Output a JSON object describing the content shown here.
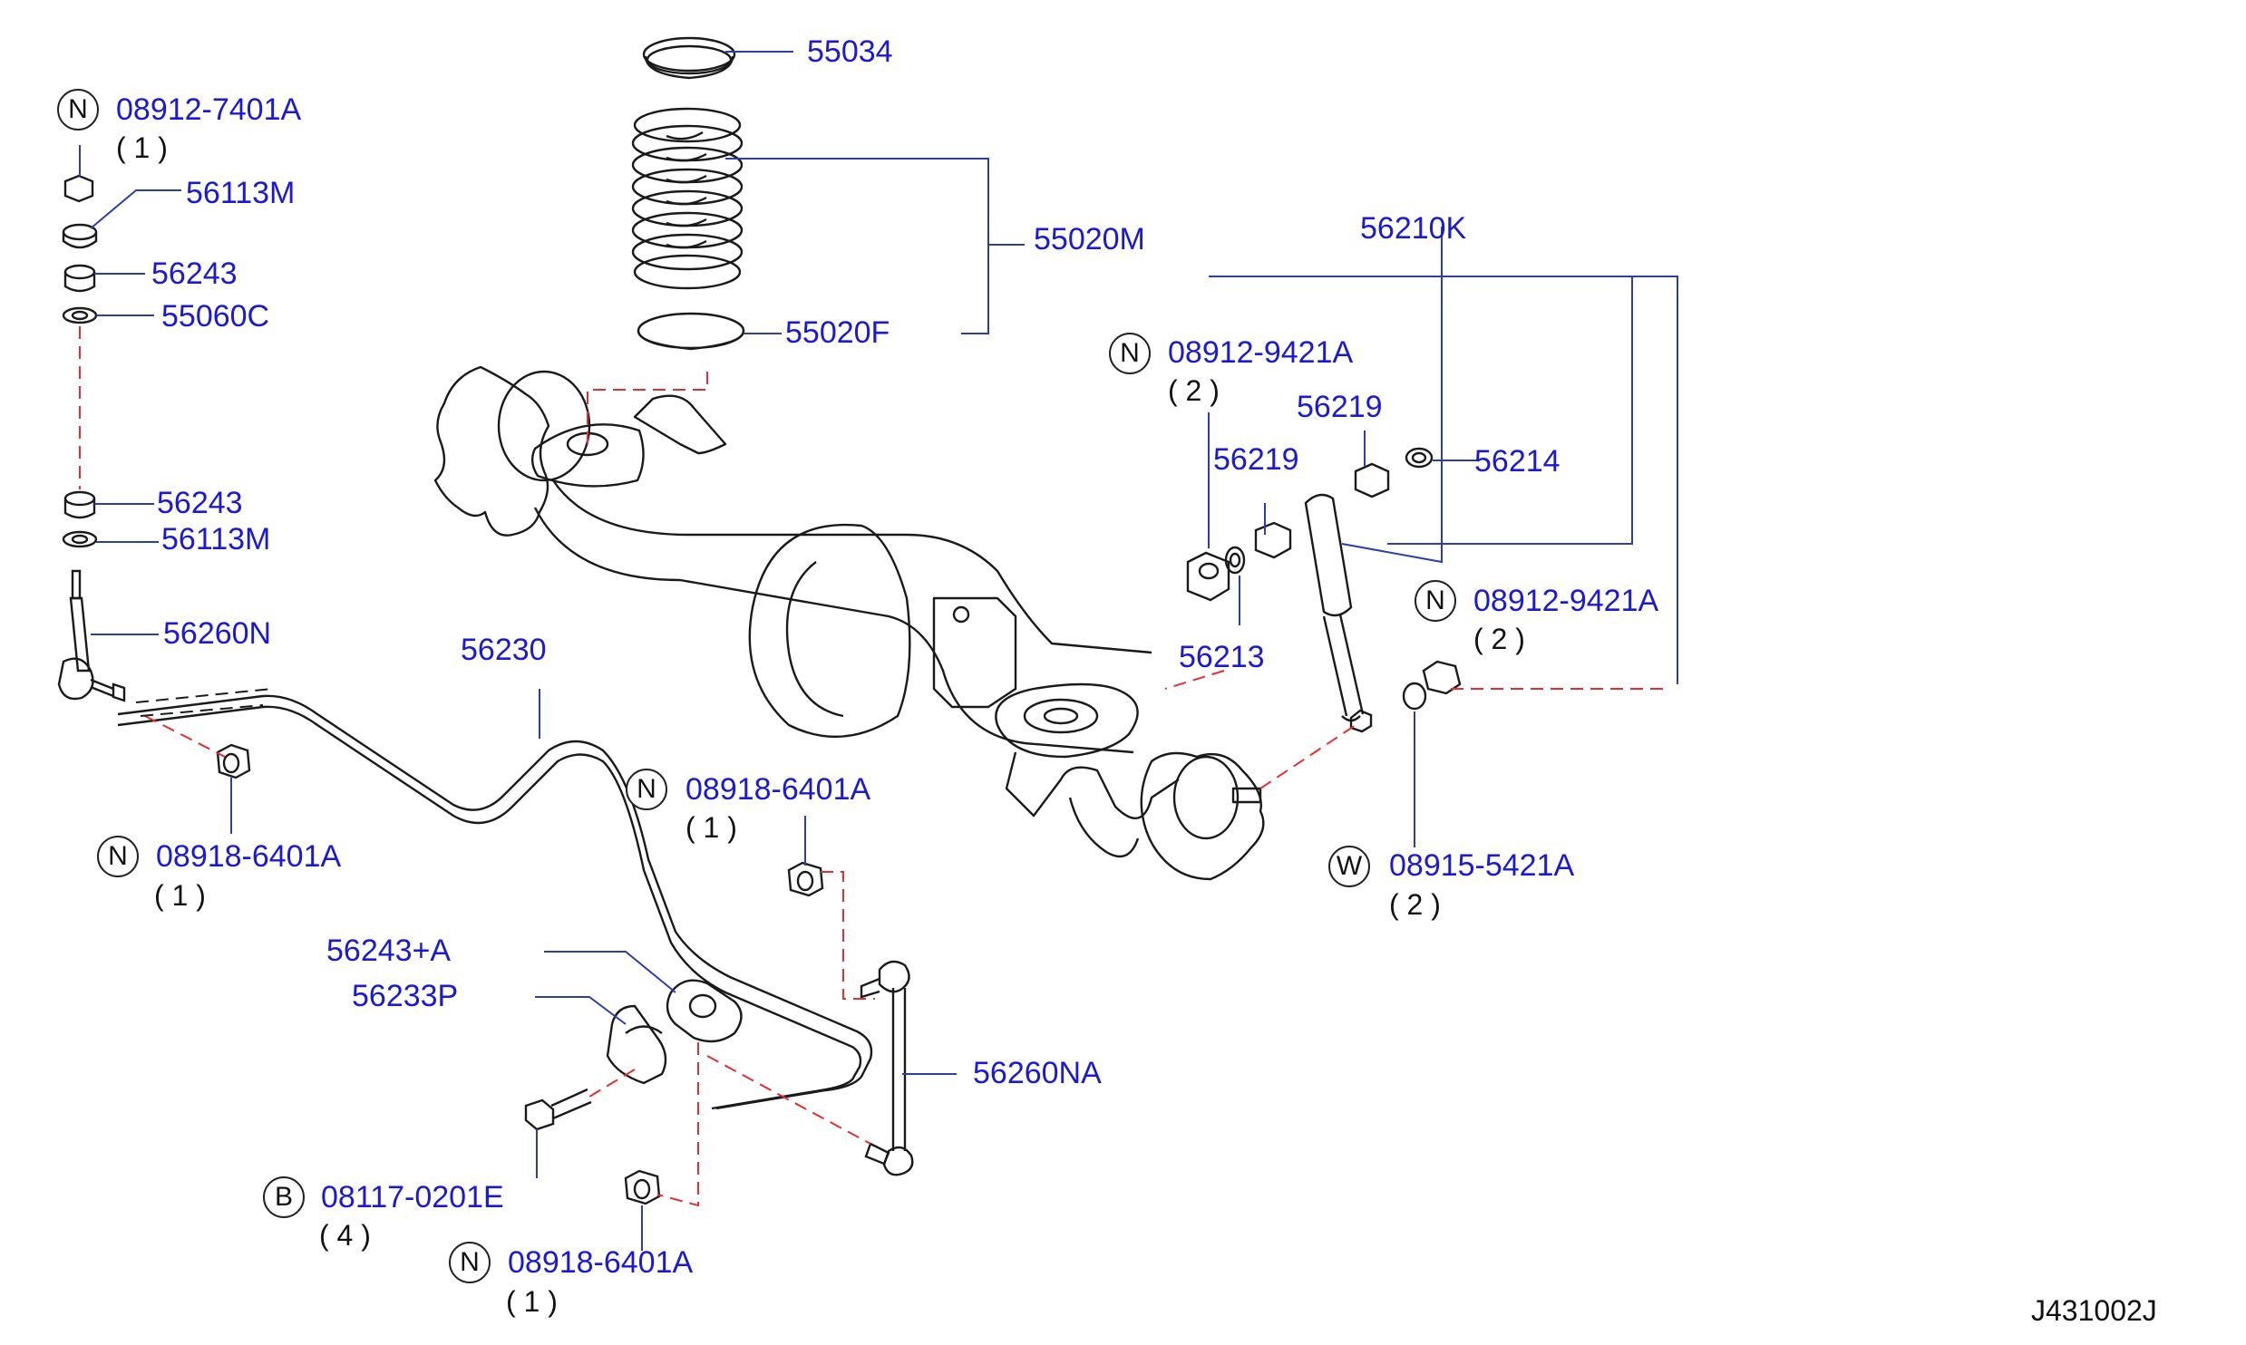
{
  "diagram_code": "J431002J",
  "parts": {
    "p55034": "55034",
    "p55020M": "55020M",
    "p55020F": "55020F",
    "p56210K": "56210K",
    "p56219a": "56219",
    "p56219b": "56219",
    "p56214": "56214",
    "p56213": "56213",
    "p56113M_top": "56113M",
    "p56243_top": "56243",
    "p55060C": "55060C",
    "p56243_mid": "56243",
    "p56113M_mid": "56113M",
    "p56260N": "56260N",
    "p56230": "56230",
    "p56243A": "56243+A",
    "p56233P": "56233P",
    "p56260NA": "56260NA"
  },
  "fasteners": {
    "f1": {
      "prefix": "N",
      "number": "08912-7401A",
      "qty": "( 1 )"
    },
    "f2": {
      "prefix": "N",
      "number": "08918-6401A",
      "qty": "( 1 )"
    },
    "f3": {
      "prefix": "N",
      "number": "08918-6401A",
      "qty": "( 1 )"
    },
    "f4": {
      "prefix": "N",
      "number": "08912-9421A",
      "qty": "( 2 )"
    },
    "f5": {
      "prefix": "N",
      "number": "08912-9421A",
      "qty": "( 2 )"
    },
    "f6": {
      "prefix": "W",
      "number": "08915-5421A",
      "qty": "( 2 )"
    },
    "f7": {
      "prefix": "B",
      "number": "08117-0201E",
      "qty": "( 4 )"
    },
    "f8": {
      "prefix": "N",
      "number": "08918-6401A",
      "qty": "( 1 )"
    }
  },
  "colors": {
    "label": "#1a1ad6",
    "leader": "#2a3fa8",
    "dash": "#e23030",
    "line": "#1a1a1a"
  }
}
